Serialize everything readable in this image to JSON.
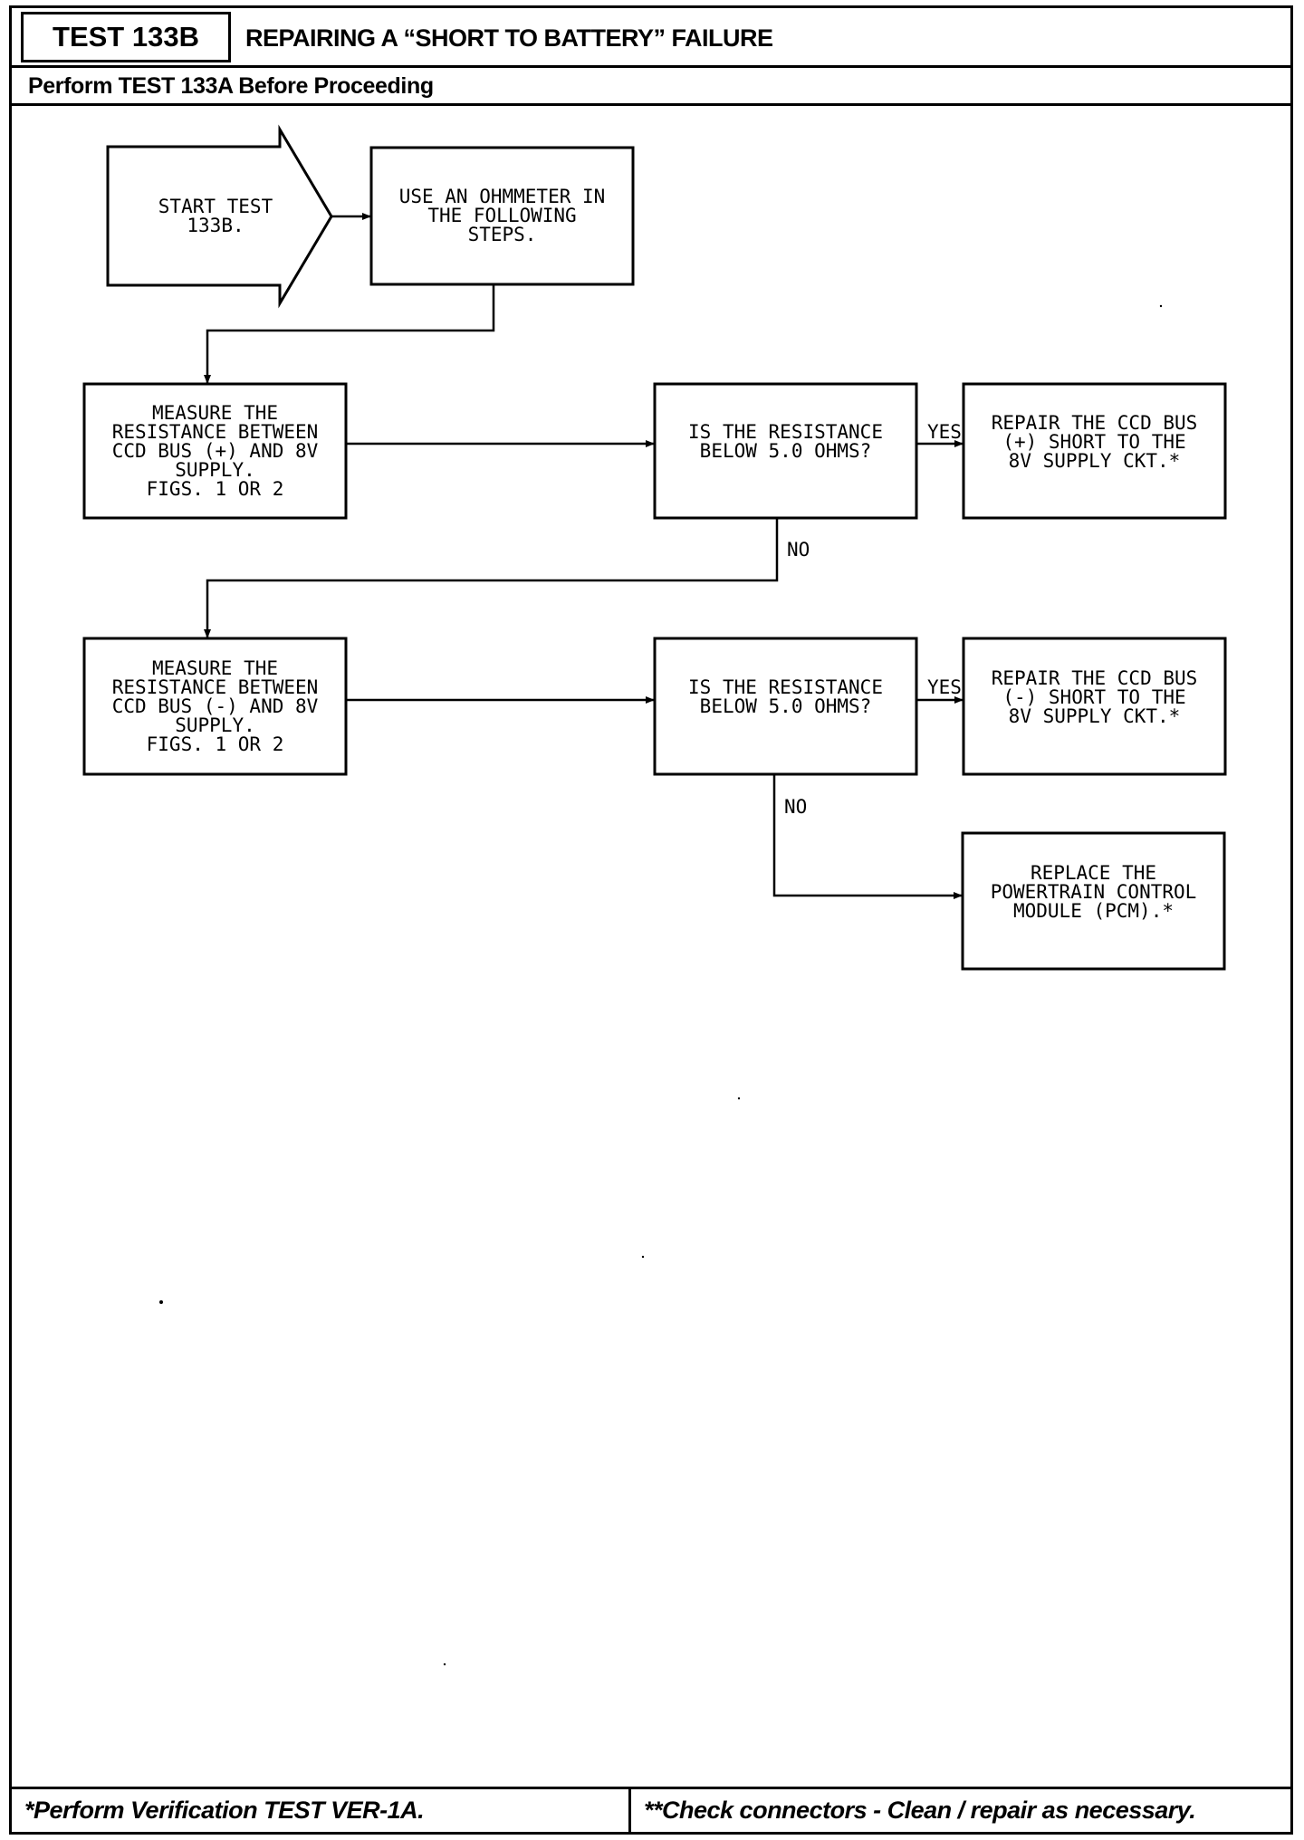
{
  "header": {
    "test_id": "TEST 133B",
    "title": "REPAIRING A “SHORT TO BATTERY” FAILURE",
    "subtitle": "Perform TEST 133A Before Proceeding"
  },
  "flow": {
    "start": [
      "START TEST",
      "133B."
    ],
    "step_ohmmeter": [
      "USE AN OHMMETER IN",
      "THE FOLLOWING",
      "STEPS."
    ],
    "measure_plus": [
      "MEASURE THE",
      "RESISTANCE BETWEEN",
      "CCD BUS (+) AND 8V",
      "SUPPLY.",
      "FIGS. 1 OR 2"
    ],
    "question_1": [
      "IS THE RESISTANCE",
      "BELOW 5.0 OHMS?"
    ],
    "repair_plus": [
      "REPAIR THE CCD BUS",
      "(+) SHORT TO THE",
      "8V SUPPLY CKT.*"
    ],
    "measure_minus": [
      "MEASURE THE",
      "RESISTANCE BETWEEN",
      "CCD BUS (-) AND 8V",
      "SUPPLY.",
      "FIGS. 1 OR 2"
    ],
    "question_2": [
      "IS THE RESISTANCE",
      "BELOW 5.0 OHMS?"
    ],
    "repair_minus": [
      "REPAIR THE CCD BUS",
      "(-) SHORT TO THE",
      "8V SUPPLY CKT.*"
    ],
    "replace_pcm": [
      "REPLACE THE",
      "POWERTRAIN CONTROL",
      "MODULE (PCM).*"
    ],
    "yes_label": "YES",
    "no_label": "NO"
  },
  "footer": {
    "left": "*Perform Verification TEST VER-1A.",
    "right": "**Check connectors - Clean / repair as necessary."
  }
}
